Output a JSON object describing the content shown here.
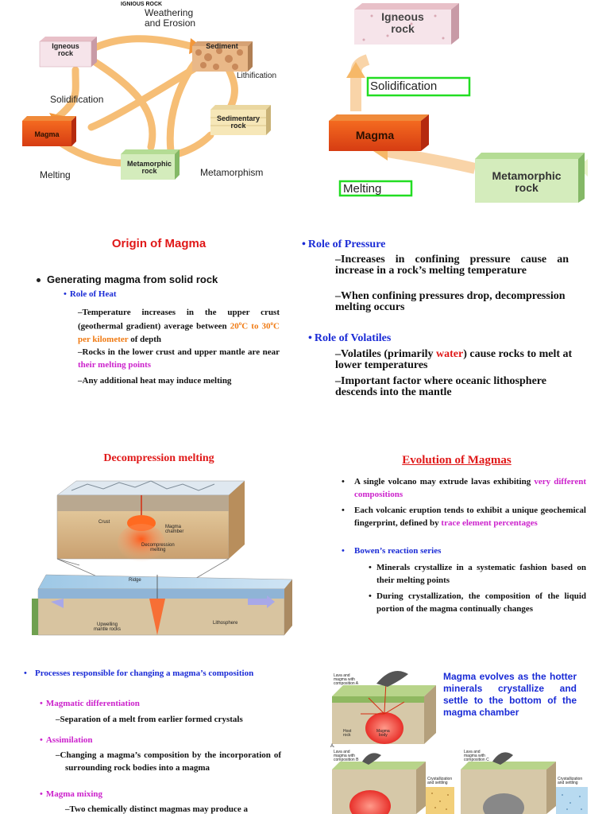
{
  "slide1": {
    "header": "IGNIOUS ROCK",
    "labels": {
      "weathering": "Weathering\nand Erosion",
      "igneous": "Igneous\nrock",
      "sediment": "Sediment",
      "lithification": "Lithification",
      "solidification": "Solidification",
      "sedimentary": "Sedimentary\nrock",
      "magma": "Magma",
      "metamorphic": "Metamorphic\nrock",
      "melting": "Melting",
      "metamorphism": "Metamorphism"
    }
  },
  "slide2": {
    "igneous": "Igneous\nrock",
    "solidification": "Solidification",
    "magma": "Magma",
    "metamorphic": "Metamorphic\nrock",
    "melting": "Melting"
  },
  "slide3": {
    "title": "Origin of Magma",
    "main_bullet": "Generating magma from solid rock",
    "sub_heading": "Role of Heat",
    "items": [
      {
        "pre": "–Temperature increases in the upper crust (geothermal gradient) average between ",
        "hl1": "20",
        "sup1": "o",
        "hl2": "C to 30",
        "sup2": "o",
        "hl3": "C per kilometer",
        "post": " of depth"
      },
      {
        "pre": "–Rocks in the lower crust and upper mantle are near ",
        "hl": "their melting points"
      },
      {
        "text": "–Any additional heat may induce melting"
      }
    ]
  },
  "slide4": {
    "pressure_heading": "Role of Pressure",
    "pressure_items": [
      "–Increases in confining pressure cause an increase in a rock’s melting temperature",
      "–When confining pressures drop, decompression melting occurs"
    ],
    "volatiles_heading": "Role of Volatiles",
    "volatiles_item_pre": "–Volatiles (primarily ",
    "volatiles_item_hl": "water",
    "volatiles_item_post": ") cause rocks to melt at lower temperatures",
    "volatiles_item2": "–Important factor where oceanic lithosphere descends into the mantle"
  },
  "slide5": {
    "title": "Decompression melting",
    "labels": {
      "crust": "Crust",
      "chamber": "Magma\nchamber",
      "decomp": "Decompression\nmelting",
      "ridge": "Ridge",
      "upwelling": "Upwelling\nmantle rocks",
      "lithosphere": "Lithosphere"
    }
  },
  "slide6": {
    "title": "Evolution of Magmas",
    "b1_pre": "A single volcano may extrude lavas exhibiting ",
    "b1_hl": "very different compositions",
    "b2_pre": "Each volcanic eruption tends to exhibit a unique geochemical fingerprint, defined by ",
    "b2_hl": "trace element percentages",
    "b3": "Bowen’s reaction series",
    "sub1": "Minerals crystallize in a systematic fashion based on their melting points",
    "sub2": "During crystallization, the composition of the liquid portion of the magma continually changes"
  },
  "slide7": {
    "main": "Processes responsible for changing a magma’s composition",
    "h1": "Magmatic differentiation",
    "i1": "–Separation of a melt from earlier formed crystals",
    "h2": "Assimilation",
    "i2": "–Changing a magma’s composition by the incorporation of surrounding rock bodies into a magma",
    "h3": "Magma mixing",
    "i3": "–Two chemically distinct magmas may produce a"
  },
  "slide8": {
    "caption": "Magma evolves as the hotter minerals crystallize and settle to the bottom of the magma chamber",
    "labels": {
      "lavaA": "Lava and\nmagma with\ncomposition A",
      "host": "Host\nrock",
      "body": "Magma\nbody",
      "a": "A.",
      "lavaB": "Lava and\nmagma with\ncomposition B",
      "cryst1": "Crystallization\nand settling",
      "lavaC": "Lava and\nmagma with\ncomposition C",
      "cryst2": "Crystallization\nand settling"
    }
  },
  "colors": {
    "blue": "#1a2bd6",
    "magenta": "#cc22cc",
    "orange": "#f07a12",
    "red": "#e01818",
    "highlight_green": "#22dd22"
  }
}
